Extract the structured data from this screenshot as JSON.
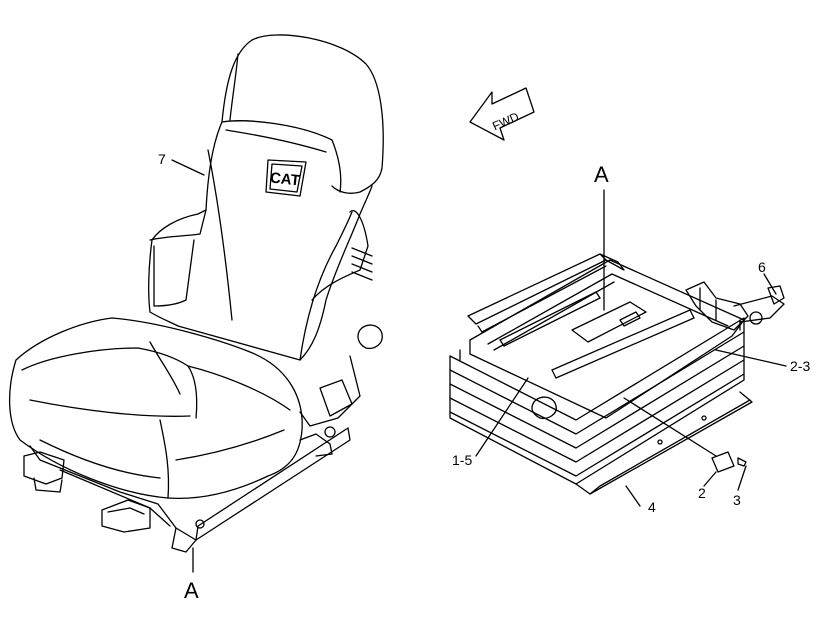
{
  "callouts": {
    "seat_ref": "A",
    "base_ref": "A",
    "c7": "7",
    "c6": "6",
    "c23": "2-3",
    "c15": "1-5",
    "c2": "2",
    "c3": "3",
    "c4": "4"
  },
  "fwd_label": "FWD",
  "logo_text": "CAT"
}
